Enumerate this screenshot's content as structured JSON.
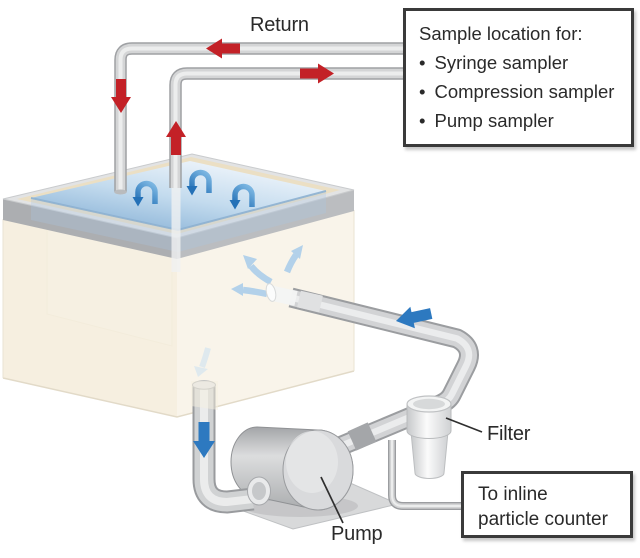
{
  "diagram": {
    "return_label": "Return",
    "filter_label": "Filter",
    "pump_label": "Pump",
    "sample_box": {
      "title": "Sample location for:",
      "bullet": "•",
      "items": [
        "Syringe sampler",
        "Compression sampler",
        "Pump sampler"
      ]
    },
    "inline_box": {
      "line1": "To inline",
      "line2": "particle counter"
    },
    "arrows": {
      "return_line": "red arrows: left along top pipe, then down into tank",
      "supply_line": "red arrows: up out of tank, then right to sample box",
      "pump_loop": "blue arrows: down from tank to pump, through filter, back into tank",
      "surface_circulation": "three blue hook arrows on liquid surface",
      "inlet_spread": "light blue arrows spreading inside tank"
    },
    "colors": {
      "flow_red": "#c32127",
      "flow_blue": "#2d79c0",
      "pipe_gray": "#d2d3d5",
      "tank_cream": "#f4ecdb",
      "liquid_blue": "#9abedd",
      "text": "#2a2a2a"
    }
  }
}
